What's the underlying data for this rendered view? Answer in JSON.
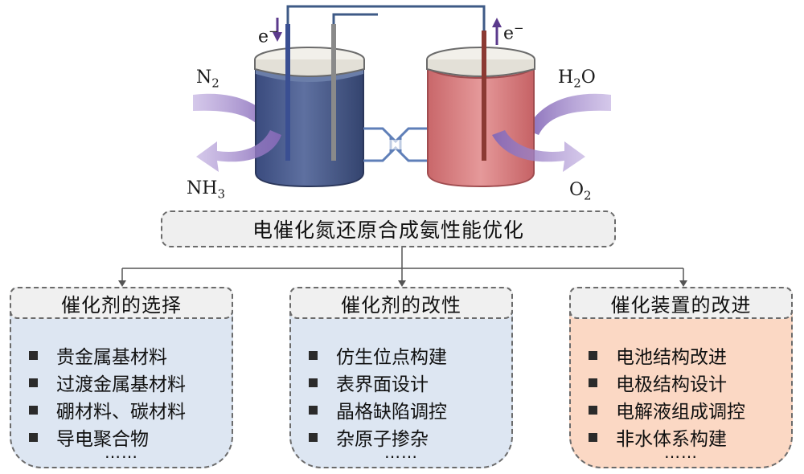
{
  "labels": {
    "electron_left": "e",
    "electron_right": "e",
    "electron_sup": "−",
    "n2": "N",
    "n2_sub": "2",
    "nh3": "NH",
    "nh3_sub": "3",
    "h2o_h": "H",
    "h2o_sub": "2",
    "h2o_o": "O",
    "o2": "O",
    "o2_sub": "2"
  },
  "main_title": "电催化氮还原合成氨性能优化",
  "panels": [
    {
      "title": "催化剂的选择",
      "items": [
        "贵金属基材料",
        "过渡金属基材料",
        "硼材料、碳材料",
        "导电聚合物"
      ],
      "ellipsis": "……"
    },
    {
      "title": "催化剂的改性",
      "items": [
        "仿生位点构建",
        "表界面设计",
        "晶格缺陷调控",
        "杂原子掺杂"
      ],
      "ellipsis": "……"
    },
    {
      "title": "催化装置的改进",
      "items": [
        "电池结构改进",
        "电极结构设计",
        "电解液组成调控",
        "非水体系构建"
      ],
      "ellipsis": "……"
    }
  ],
  "colors": {
    "cathode_liquid": "#4f6190",
    "anode_liquid": "#d97f80",
    "flow_arrow": "#9b7cc4",
    "panel_blue": "#dde6f2",
    "panel_orange": "#fbd8c4"
  }
}
